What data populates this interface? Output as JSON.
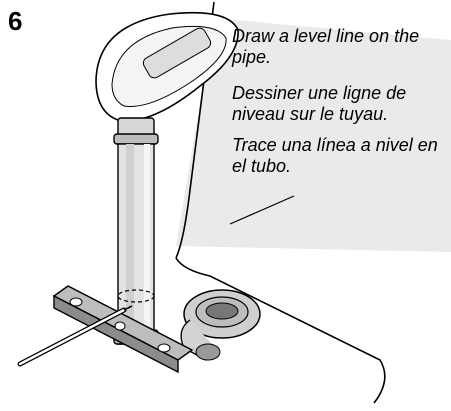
{
  "step": {
    "number": "6"
  },
  "instructions": {
    "en": "Draw a level line on the pipe.",
    "fr": "Dessiner une ligne de niveau sur le tuyau.",
    "es": "Trace una línea a nivel en el tubo."
  },
  "illustration": {
    "subject": "drain-pipe-under-sink",
    "tools": [
      "level-icon",
      "pencil-icon"
    ]
  }
}
